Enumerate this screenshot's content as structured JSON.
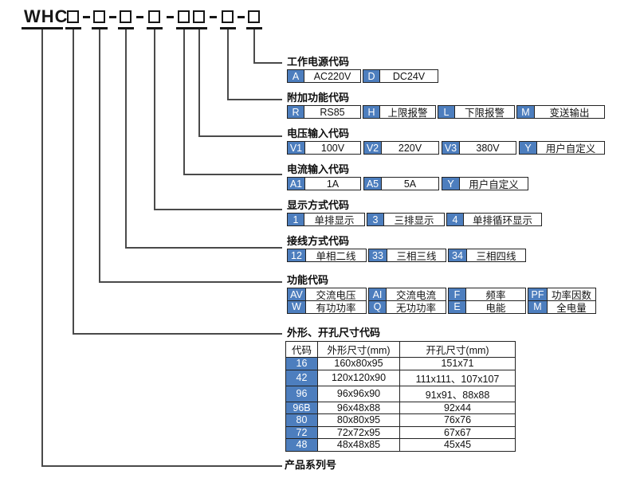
{
  "model": {
    "prefix": "WHC",
    "pattern": "WHC□-□-□-□-□□-□-□"
  },
  "colors": {
    "code_bg": "#4D7EBE",
    "code_text": "#FFFFFF",
    "line": "#4A4A4A",
    "border": "#232323"
  },
  "sections": [
    {
      "id": "power",
      "title": "工作电源代码",
      "items": [
        {
          "code": "A",
          "label": "AC220V"
        },
        {
          "code": "D",
          "label": "DC24V"
        }
      ]
    },
    {
      "id": "addon",
      "title": "附加功能代码",
      "items": [
        {
          "code": "R",
          "label": "RS85"
        },
        {
          "code": "H",
          "label": "上限报警"
        },
        {
          "code": "L",
          "label": "下限报警"
        },
        {
          "code": "M",
          "label": "变送输出"
        }
      ]
    },
    {
      "id": "voltage",
      "title": "电压输入代码",
      "items": [
        {
          "code": "V1",
          "label": "100V"
        },
        {
          "code": "V2",
          "label": "220V"
        },
        {
          "code": "V3",
          "label": "380V"
        },
        {
          "code": "Y",
          "label": "用户自定义"
        }
      ]
    },
    {
      "id": "current",
      "title": "电流输入代码",
      "items": [
        {
          "code": "A1",
          "label": "1A"
        },
        {
          "code": "A5",
          "label": "5A"
        },
        {
          "code": "Y",
          "label": "用户自定义"
        }
      ]
    },
    {
      "id": "display",
      "title": "显示方式代码",
      "items": [
        {
          "code": "1",
          "label": "单排显示"
        },
        {
          "code": "3",
          "label": "三排显示"
        },
        {
          "code": "4",
          "label": "单排循环显示"
        }
      ]
    },
    {
      "id": "wiring",
      "title": "接线方式代码",
      "items": [
        {
          "code": "12",
          "label": "单相二线"
        },
        {
          "code": "33",
          "label": "三相三线"
        },
        {
          "code": "34",
          "label": "三相四线"
        }
      ]
    },
    {
      "id": "function",
      "title": "功能代码",
      "rows": [
        [
          {
            "code": "AV",
            "label": "交流电压"
          },
          {
            "code": "AI",
            "label": "交流电流"
          },
          {
            "code": "F",
            "label": "频率"
          },
          {
            "code": "PF",
            "label": "功率因数"
          }
        ],
        [
          {
            "code": "W",
            "label": "有功功率"
          },
          {
            "code": "Q",
            "label": "无功功率"
          },
          {
            "code": "E",
            "label": "电能"
          },
          {
            "code": "M",
            "label": "全电量"
          }
        ]
      ]
    },
    {
      "id": "size",
      "title": "外形、开孔尺寸代码",
      "table": {
        "headers": [
          "代码",
          "外形尺寸(mm)",
          "开孔尺寸(mm)"
        ],
        "rows": [
          [
            "16",
            "160x80x95",
            "151x71"
          ],
          [
            "42",
            "120x120x90",
            "111x111、107x107"
          ],
          [
            "96",
            "96x96x90",
            "91x91、88x88"
          ],
          [
            "96B",
            "96x48x88",
            "92x44"
          ],
          [
            "80",
            "80x80x95",
            "76x76"
          ],
          [
            "72",
            "72x72x95",
            "67x67"
          ],
          [
            "48",
            "48x48x85",
            "45x45"
          ]
        ]
      }
    },
    {
      "id": "series",
      "title": "产品系列号"
    }
  ]
}
